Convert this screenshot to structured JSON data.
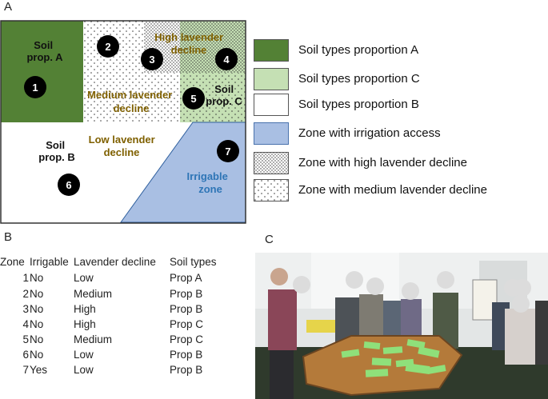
{
  "panels": {
    "a": "A",
    "b": "B",
    "c": "C"
  },
  "map": {
    "soil_a_label": [
      "Soil",
      "prop. A"
    ],
    "soil_b_label": [
      "Soil",
      "prop. B"
    ],
    "soil_c_label": [
      "Soil",
      "prop. C"
    ],
    "high_decline_label": [
      "High  lavender",
      "decline"
    ],
    "medium_decline_label": [
      "Medium lavender",
      "decline"
    ],
    "low_decline_label": [
      "Low lavender",
      "decline"
    ],
    "irrigable_label": [
      "Irrigable",
      "zone"
    ],
    "zone_numbers": [
      "1",
      "2",
      "3",
      "4",
      "5",
      "6",
      "7"
    ],
    "colors": {
      "soil_a": "#538135",
      "soil_c": "#c5e0b4",
      "soil_b": "#ffffff",
      "irrigation": "#a9bfe3",
      "decline_text": "#7f6000",
      "irrigable_text": "#2e75b6"
    }
  },
  "legend": [
    {
      "label": "Soil types proportion A",
      "swatch": "soil-a"
    },
    {
      "label": "Soil types proportion C",
      "swatch": "soil-c"
    },
    {
      "label": "Soil types proportion B",
      "swatch": "soil-b"
    },
    {
      "label": "Zone with irrigation access",
      "swatch": "irrigation"
    },
    {
      "label": "Zone with high lavender decline",
      "swatch": "high-dots"
    },
    {
      "label": "Zone with medium lavender decline",
      "swatch": "medium-dots"
    }
  ],
  "table": {
    "headers": [
      "Zone",
      "Irrigable",
      "Lavender decline",
      "Soil types"
    ],
    "rows": [
      [
        "1",
        "No",
        "Low",
        "Prop A"
      ],
      [
        "2",
        "No",
        "Medium",
        "Prop B"
      ],
      [
        "3",
        "No",
        "High",
        "Prop B"
      ],
      [
        "4",
        "No",
        "High",
        "Prop C"
      ],
      [
        "5",
        "No",
        "Medium",
        "Prop C"
      ],
      [
        "6",
        "No",
        "Low",
        "Prop B"
      ],
      [
        "7",
        "Yes",
        "Low",
        "Prop B"
      ]
    ]
  }
}
